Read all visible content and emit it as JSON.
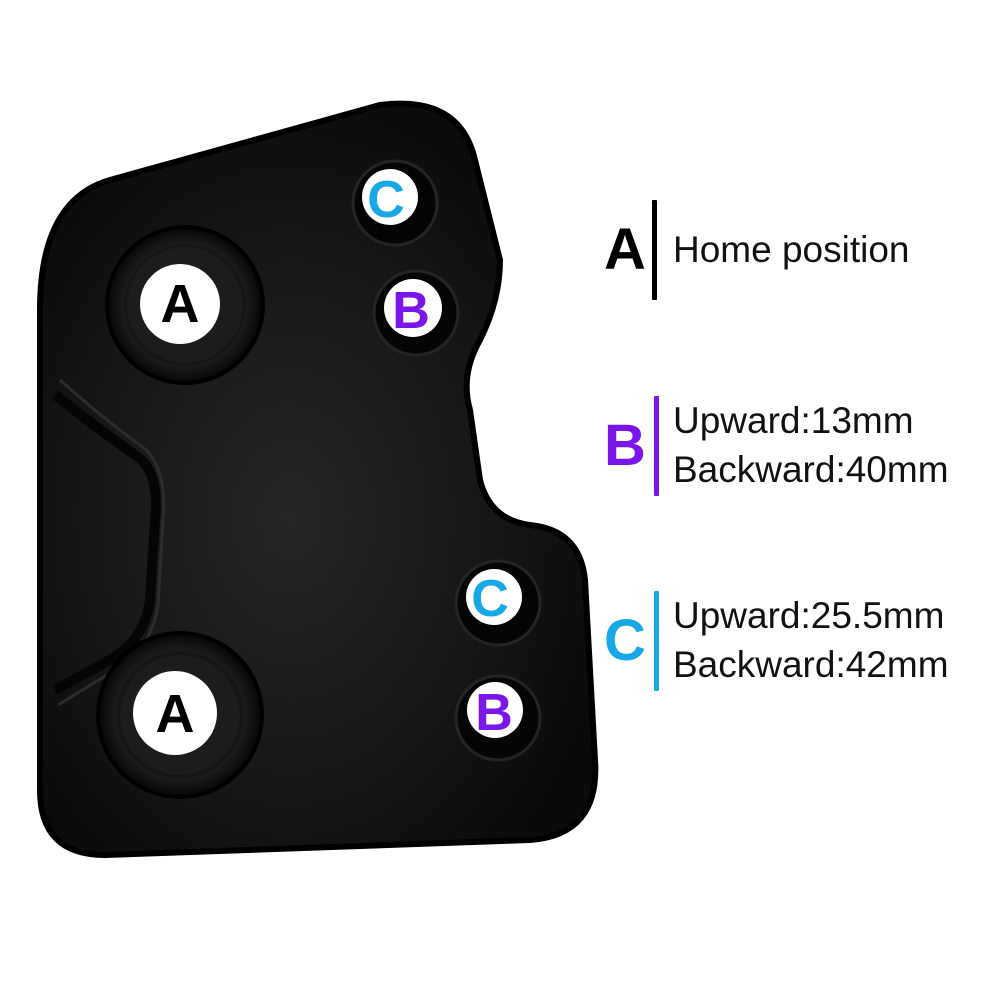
{
  "colors": {
    "plate": "#0e0e0e",
    "plate_edge": "#000000",
    "hole_face": "#ffffff",
    "label_a": "#000000",
    "label_b": "#7a16ea",
    "label_c": "#18a8e6"
  },
  "holes": [
    {
      "label": "A",
      "color_key": "label_a"
    },
    {
      "label": "A",
      "color_key": "label_a"
    },
    {
      "label": "B",
      "color_key": "label_b"
    },
    {
      "label": "B",
      "color_key": "label_b"
    },
    {
      "label": "C",
      "color_key": "label_c"
    },
    {
      "label": "C",
      "color_key": "label_c"
    }
  ],
  "legend": {
    "a": {
      "letter": "A",
      "lines": [
        "Home position"
      ]
    },
    "b": {
      "letter": "B",
      "lines": [
        "Upward:13mm",
        "Backward:40mm"
      ]
    },
    "c": {
      "letter": "C",
      "lines": [
        "Upward:25.5mm",
        "Backward:42mm"
      ]
    }
  }
}
